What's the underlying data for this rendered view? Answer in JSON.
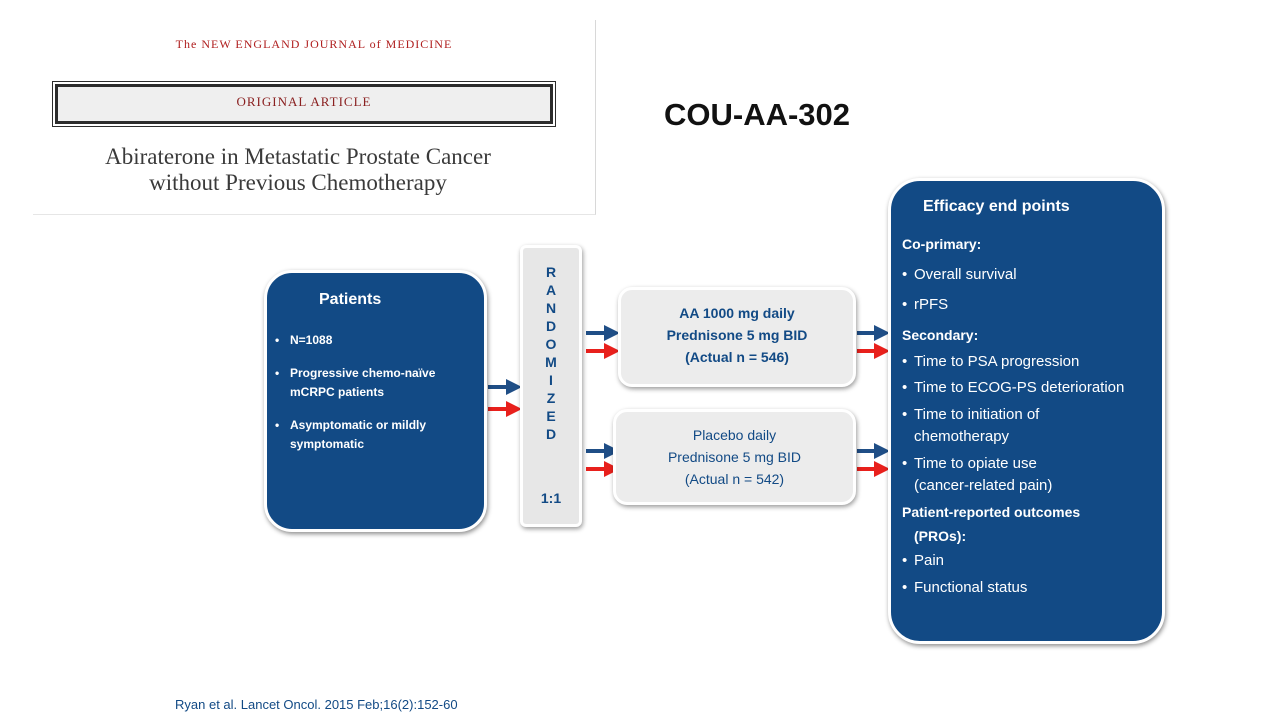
{
  "journal": {
    "name": "The NEW ENGLAND JOURNAL of MEDICINE",
    "section": "ORIGINAL ARTICLE",
    "title_lines": [
      "Abiraterone in Metastatic Prostate Cancer",
      "without Previous Chemotherapy"
    ]
  },
  "study_title": "COU-AA-302",
  "patients": {
    "title": "Patients",
    "items": [
      "N=1088",
      "Progressive chemo-naïve mCRPC patients",
      "Asymptomatic or mildly symptomatic"
    ]
  },
  "randomized": {
    "letters": [
      "R",
      "A",
      "N",
      "D",
      "O",
      "M",
      "I",
      "Z",
      "E",
      "D"
    ],
    "ratio": "1:1"
  },
  "arms": [
    {
      "lines": [
        "AA 1000 mg daily",
        "Prednisone 5 mg BID",
        "(Actual n = 546)"
      ]
    },
    {
      "lines": [
        "Placebo daily",
        "Prednisone 5 mg BID",
        "(Actual n = 542)"
      ]
    }
  ],
  "efficacy": {
    "title": "Efficacy end points",
    "coprimary_label": "Co-primary:",
    "coprimary": [
      "Overall survival",
      "rPFS"
    ],
    "secondary_label": "Secondary:",
    "secondary": [
      "Time to PSA progression",
      "Time to ECOG-PS deterioration",
      "Time to initiation of",
      "chemotherapy",
      "Time to opiate use",
      "(cancer-related pain)"
    ],
    "pro_label_1": "Patient-reported outcomes",
    "pro_label_2": "(PROs):",
    "pros": [
      "Pain",
      "Functional status"
    ]
  },
  "citation": "Ryan et al. Lancet Oncol. 2015 Feb;16(2):152-60",
  "colors": {
    "navy": "#124a85",
    "red": "#e8201c",
    "arrow_blue": "#1f4e86"
  }
}
